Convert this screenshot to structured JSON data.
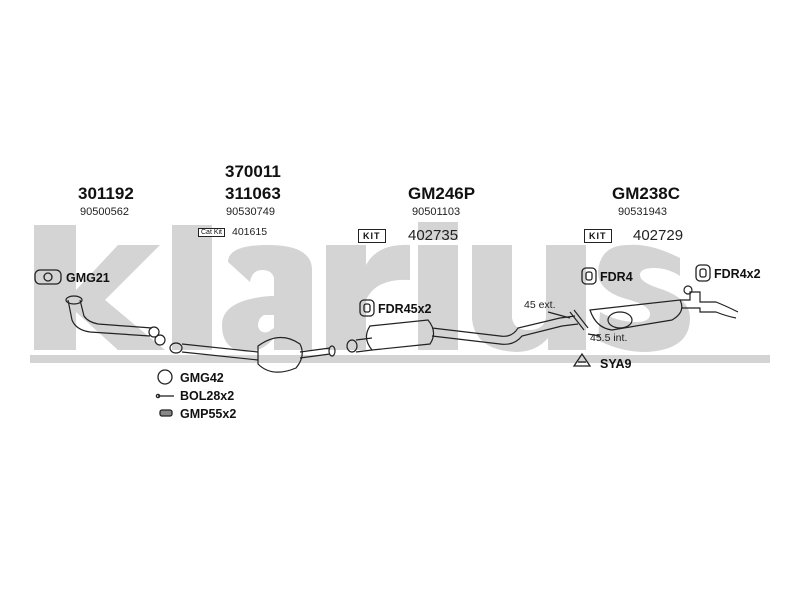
{
  "watermark": {
    "text": "klarius",
    "color": "#d4d4d4"
  },
  "groups": [
    {
      "part_number": "301192",
      "oe_number": "90500562"
    },
    {
      "part_number_top": "370011",
      "part_number": "311063",
      "oe_number": "90530749",
      "cat_kit": {
        "label": "Cat Kit",
        "number": "401615"
      }
    },
    {
      "part_number": "GM246P",
      "oe_number": "90501103",
      "kit": {
        "label": "KIT",
        "number": "402735"
      }
    },
    {
      "part_number": "GM238C",
      "oe_number": "90531943",
      "kit": {
        "label": "KIT",
        "number": "402729"
      }
    }
  ],
  "fittings": {
    "gmg21": "GMG21",
    "gmg42": "GMG42",
    "bol28x2": "BOL28x2",
    "gmp55x2": "GMP55x2",
    "fdr45x2": "FDR45x2",
    "fdr4": "FDR4",
    "fdr4x2": "FDR4x2",
    "sya9": "SYA9"
  },
  "notes": {
    "ext": "45 ext.",
    "int": "45.5 int."
  },
  "colors": {
    "line": "#222222",
    "watermark": "#d4d4d4"
  }
}
